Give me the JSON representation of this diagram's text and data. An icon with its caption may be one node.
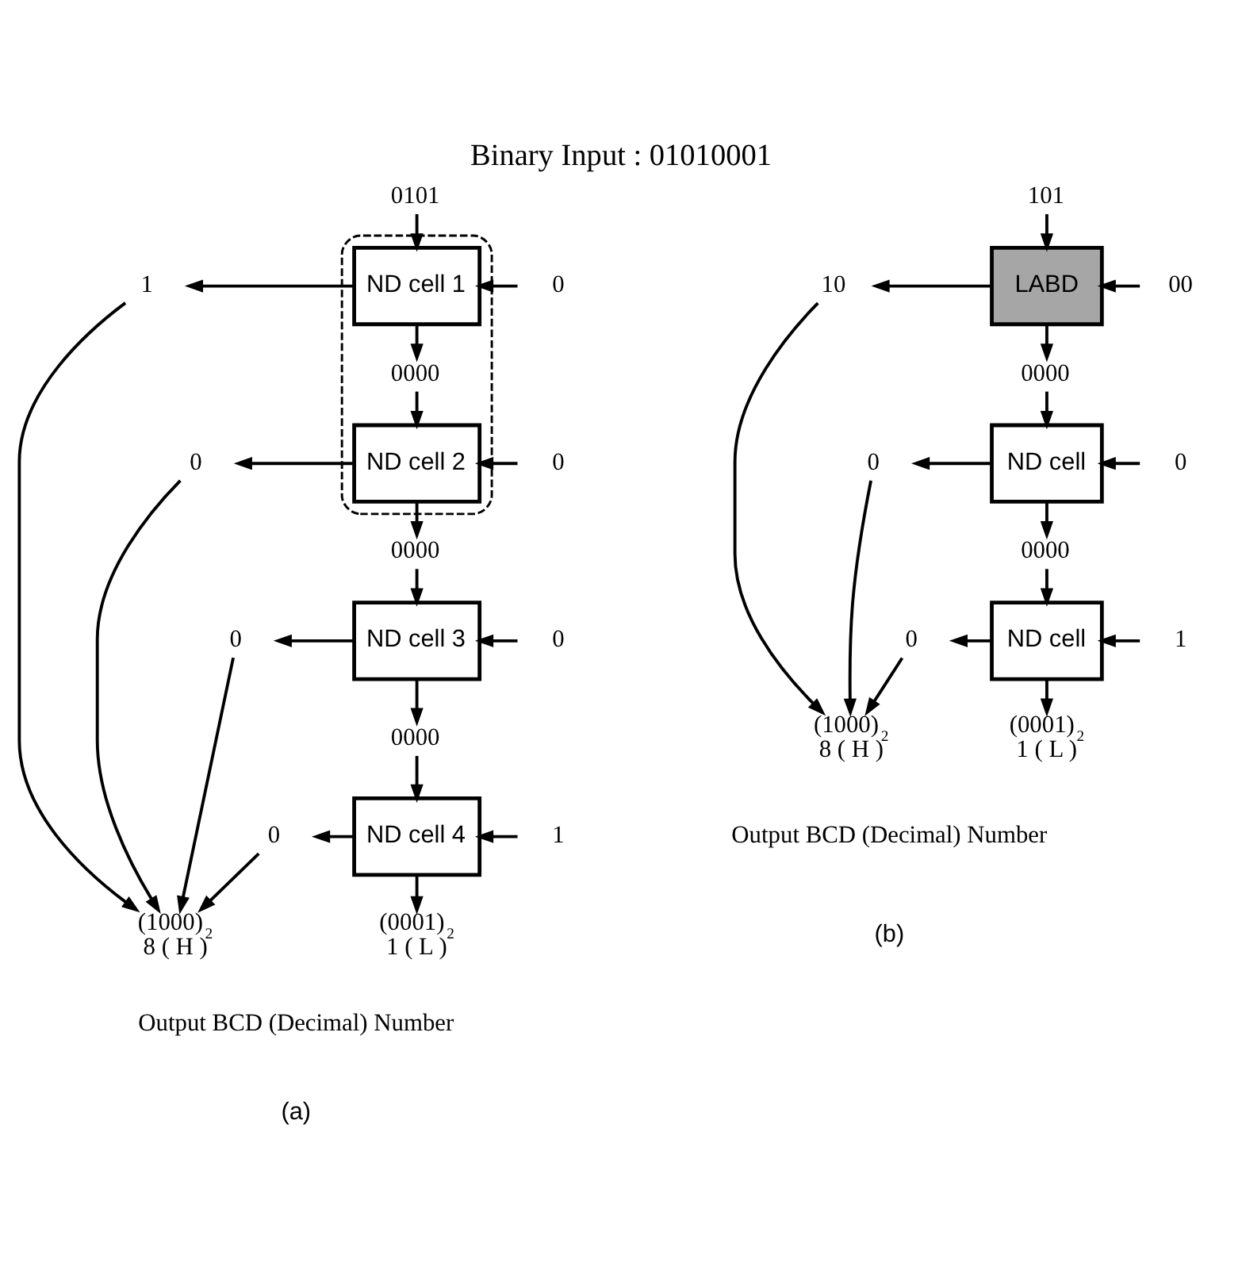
{
  "diagram": {
    "title": "Binary Input : 01010001",
    "nodes": [
      {
        "text": [
          "0101"
        ]
      },
      {
        "text": [],
        "shape": "ellipse"
      },
      {
        "text": [
          "1"
        ]
      },
      {
        "text": [
          "ND cell 1"
        ],
        "in": 1
      },
      {
        "text": [
          "0"
        ]
      },
      {
        "text": [
          "0000"
        ],
        "in": 1
      },
      {
        "text": [
          "0"
        ]
      },
      {
        "text": [
          "ND cell 2"
        ],
        "in": 1
      },
      {
        "text": [
          "0"
        ]
      },
      {
        "text": [
          "0000"
        ]
      },
      {
        "text": [
          "0"
        ]
      },
      {
        "text": [
          "ND cell 3"
        ]
      },
      {
        "text": [
          "0"
        ]
      },
      {
        "text": [
          "0000"
        ]
      },
      {
        "text": [
          "0"
        ]
      },
      {
        "text": [
          "ND cell 4"
        ]
      },
      {
        "text": [
          "1"
        ]
      },
      {
        "text": [
          "(1000)$_{2}$",
          "8 ( H )"
        ]
      },
      {
        "text": [
          "(0001)$_{2}$",
          "1 ( L )"
        ]
      },
      {
        "text": [
          "101"
        ]
      },
      {
        "text": [
          "10"
        ]
      },
      {
        "text": [
          "LABD"
        ]
      },
      {
        "text": [
          "00"
        ]
      },
      {
        "text": [
          "0000"
        ]
      },
      {
        "text": [
          "0"
        ]
      },
      {
        "text": [
          "ND cell"
        ]
      },
      {
        "text": [
          "0"
        ]
      },
      {
        "text": [
          "0000"
        ]
      },
      {
        "text": [
          "0"
        ]
      },
      {
        "text": [
          "ND cell"
        ]
      },
      {
        "text": [
          "1"
        ]
      },
      {
        "text": [
          "(1000)$_{2}$",
          "8 ( H )"
        ]
      },
      {
        "text": [
          "(0001)$_{2}$",
          "1 ( L )"
        ]
      }
    ],
    "edges": [
      {
        "from": 0,
        "to": 3,
        "arrow": "to"
      },
      {
        "from": 4,
        "to": 3,
        "arrow": "to"
      },
      {
        "from": 3,
        "to": 2,
        "arrow": "to"
      },
      {
        "from": 3,
        "to": 5,
        "arrow": "to"
      },
      {
        "from": 5,
        "to": 7,
        "arrow": "to"
      },
      {
        "from": 8,
        "to": 7,
        "arrow": "to"
      },
      {
        "from": 7,
        "to": 6,
        "arrow": "to"
      },
      {
        "from": 7,
        "to": 9,
        "arrow": "to"
      },
      {
        "from": 9,
        "to": 11,
        "arrow": "to"
      },
      {
        "from": 12,
        "to": 11,
        "arrow": "to"
      },
      {
        "from": 11,
        "to": 10,
        "arrow": "to"
      },
      {
        "from": 11,
        "to": 13,
        "arrow": "to"
      },
      {
        "from": 13,
        "to": 15,
        "arrow": "to"
      },
      {
        "from": 16,
        "to": 15,
        "arrow": "to"
      },
      {
        "from": 15,
        "to": 14,
        "arrow": "to"
      },
      {
        "from": 15,
        "to": 18,
        "arrow": "to"
      },
      {
        "from": 2,
        "to": 17,
        "arrow": "to"
      },
      {
        "from": 6,
        "to": 17,
        "arrow": "to"
      },
      {
        "from": 10,
        "to": 17,
        "arrow": "to"
      },
      {
        "from": 14,
        "to": 17,
        "arrow": "to"
      },
      {
        "from": 19,
        "to": 21,
        "arrow": "to"
      },
      {
        "from": 22,
        "to": 21,
        "arrow": "to"
      },
      {
        "from": 21,
        "to": 20,
        "arrow": "to"
      },
      {
        "from": 21,
        "to": 23,
        "arrow": "to"
      },
      {
        "from": 23,
        "to": 25,
        "arrow": "to"
      },
      {
        "from": 26,
        "to": 25,
        "arrow": "to"
      },
      {
        "from": 25,
        "to": 24,
        "arrow": "to"
      },
      {
        "from": 25,
        "to": 27,
        "arrow": "to"
      },
      {
        "from": 27,
        "to": 29,
        "arrow": "to"
      },
      {
        "from": 30,
        "to": 29,
        "arrow": "to"
      },
      {
        "from": 29,
        "to": 28,
        "arrow": "to"
      },
      {
        "from": 29,
        "to": 32,
        "arrow": "to"
      },
      {
        "from": 20,
        "to": 31,
        "arrow": "to"
      },
      {
        "from": 24,
        "to": 31,
        "arrow": "to"
      },
      {
        "from": 28,
        "to": 31,
        "arrow": "to"
      }
    ],
    "labels": [
      "Output BCD (Decimal) Number",
      "(a)",
      "Output BCD (Decimal) Number",
      "(b)"
    ]
  }
}
